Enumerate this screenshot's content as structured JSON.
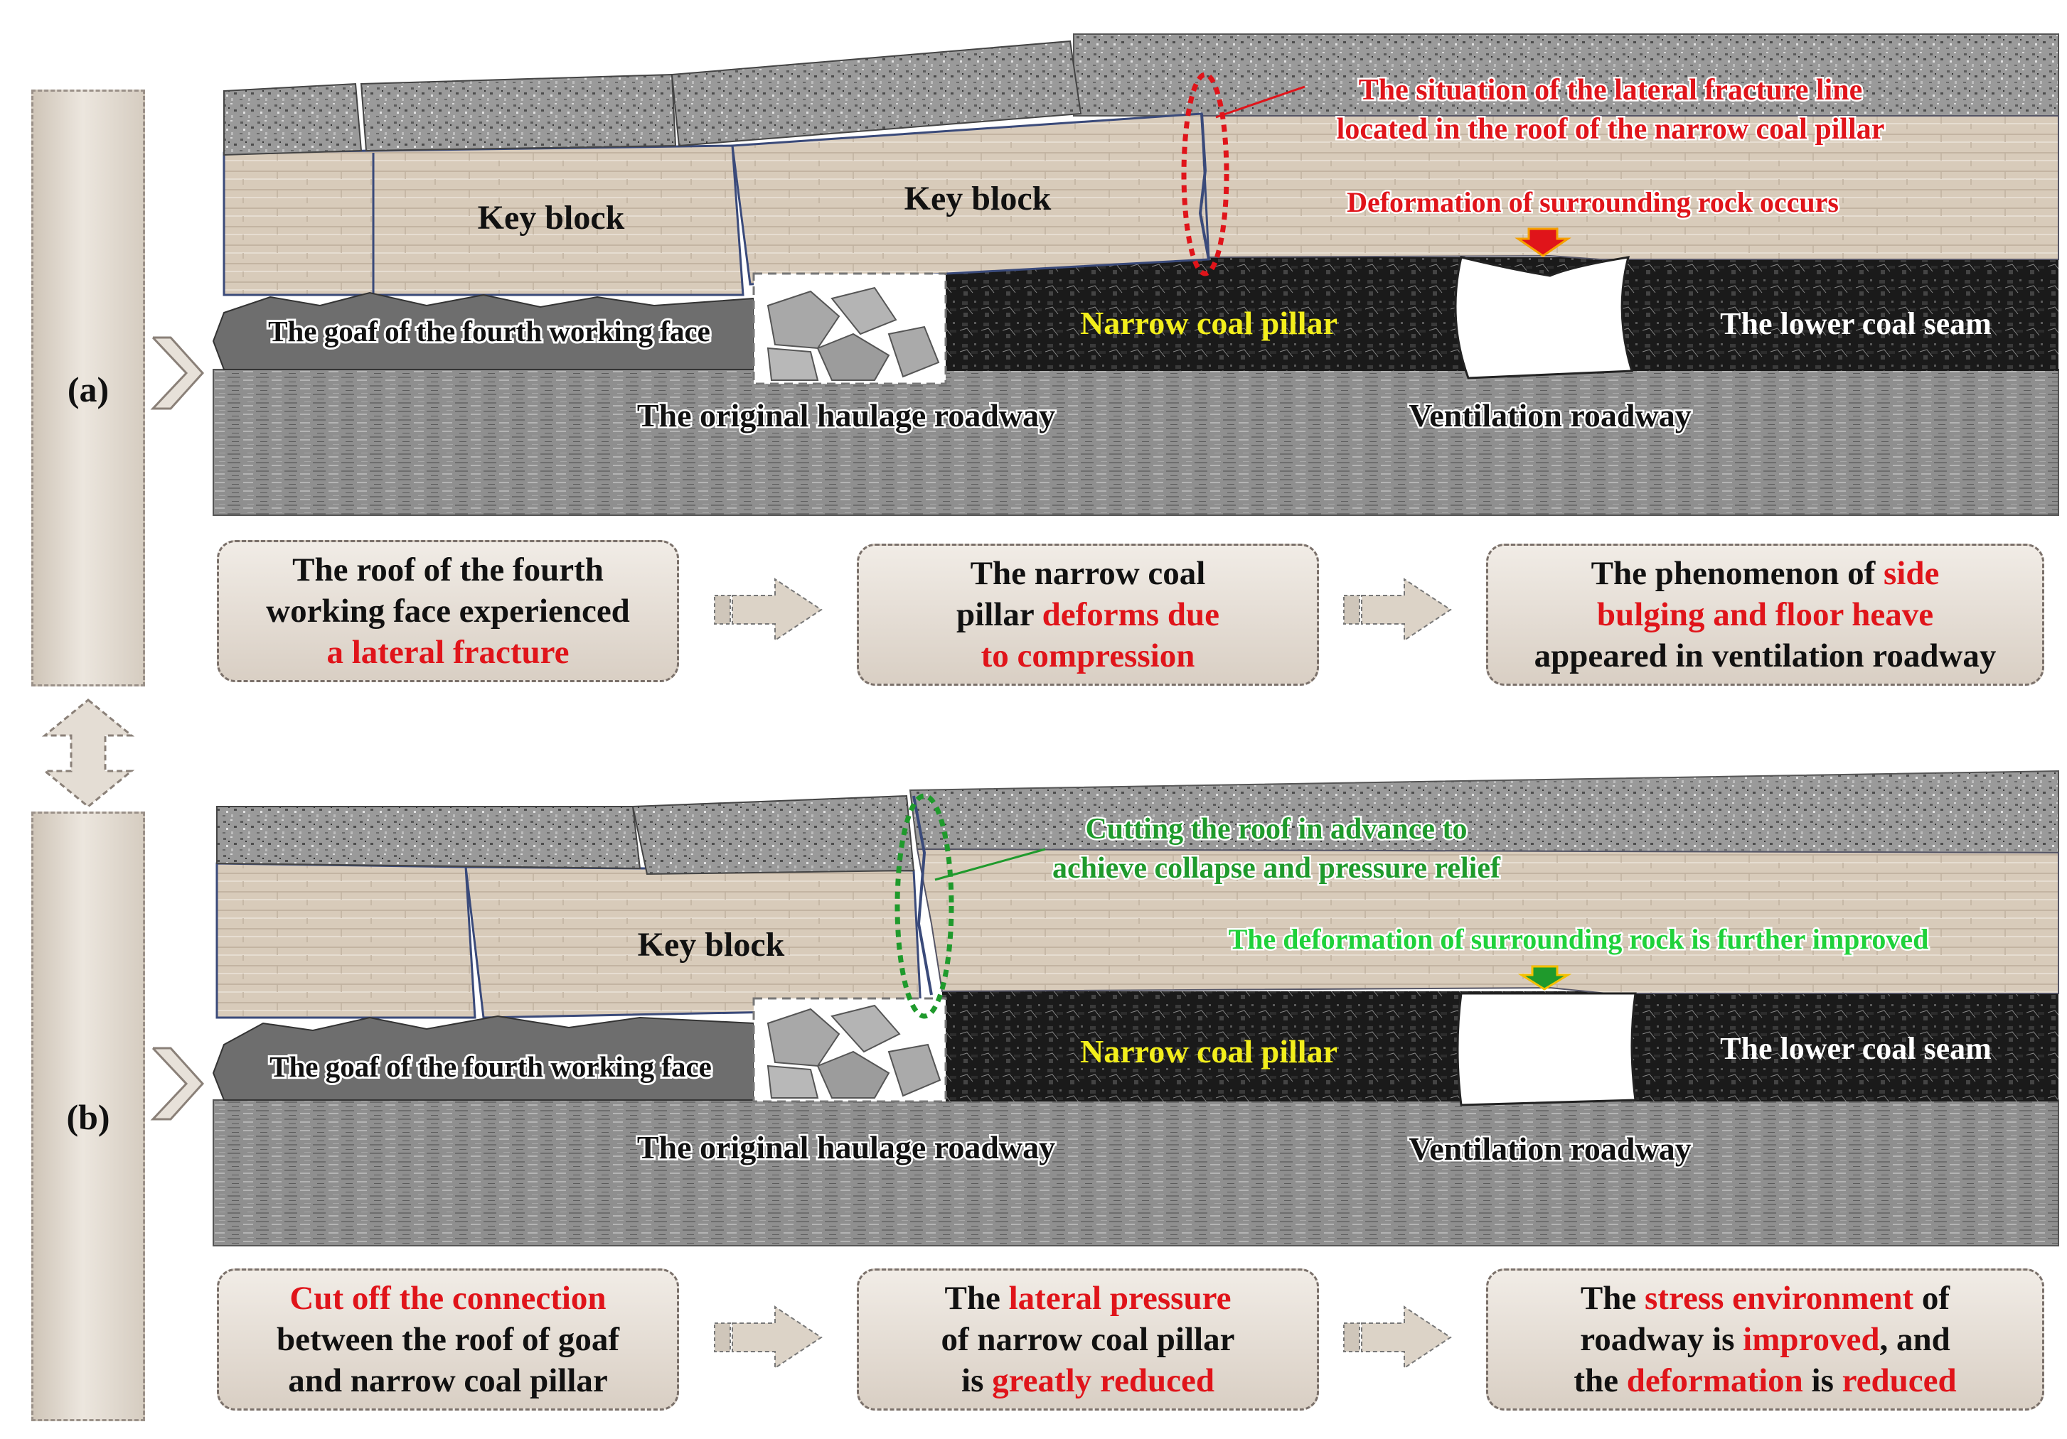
{
  "colors": {
    "rock": "#8e8e8e",
    "sandstone": "#d9cdbe",
    "coal": "#1b1b1b",
    "callout_red": "#e0141a",
    "callout_green": "#1f9a2c",
    "pillar_yellow": "#f2ee1c"
  },
  "panels": [
    {
      "label": "(a)",
      "key_block_left": "Key block",
      "key_block_right": "Key block",
      "goaf": "The goaf of the fourth working face",
      "pillar": "Narrow coal pillar",
      "seam": "The lower coal seam",
      "haulage": "The original haulage roadway",
      "ventilation": "Ventilation roadway",
      "callout_1": "The situation of the lateral fracture line",
      "callout_2": "located in the roof of the narrow coal pillar",
      "callout_3": "Deformation of surrounding rock occurs",
      "steps": [
        {
          "t1": "The roof of the fourth",
          "t2": "working face experienced",
          "t3": "a lateral fracture"
        },
        {
          "t1": "The narrow coal",
          "t2a": "pillar ",
          "t2b": "deforms due",
          "t3": "to compression"
        },
        {
          "t1a": "The phenomenon of ",
          "t1b": "side",
          "t2": "bulging and floor heave",
          "t3": "appeared in ventilation roadway"
        }
      ]
    },
    {
      "label": "(b)",
      "key_block": "Key block",
      "goaf": "The goaf of the fourth working face",
      "pillar": "Narrow coal pillar",
      "seam": "The lower coal seam",
      "haulage": "The original haulage roadway",
      "ventilation": "Ventilation roadway",
      "callout_1": "Cutting the roof in advance to",
      "callout_2": "achieve collapse and pressure relief",
      "callout_3": "The deformation of surrounding rock is further improved",
      "steps": [
        {
          "t1": "Cut off the connection",
          "t2": "between the roof of goaf",
          "t3": "and narrow coal pillar"
        },
        {
          "t1a": "The ",
          "t1b": "lateral pressure",
          "t2": "of narrow coal pillar",
          "t3a": "is ",
          "t3b": "greatly reduced"
        },
        {
          "t1a": "The ",
          "t1b": "stress environment",
          "t1c": " of",
          "t2a": "roadway is ",
          "t2b": "improved",
          "t2c": ", and",
          "t3a": "the ",
          "t3b": "deformation",
          "t3c": " is ",
          "t3d": "reduced"
        }
      ]
    }
  ]
}
